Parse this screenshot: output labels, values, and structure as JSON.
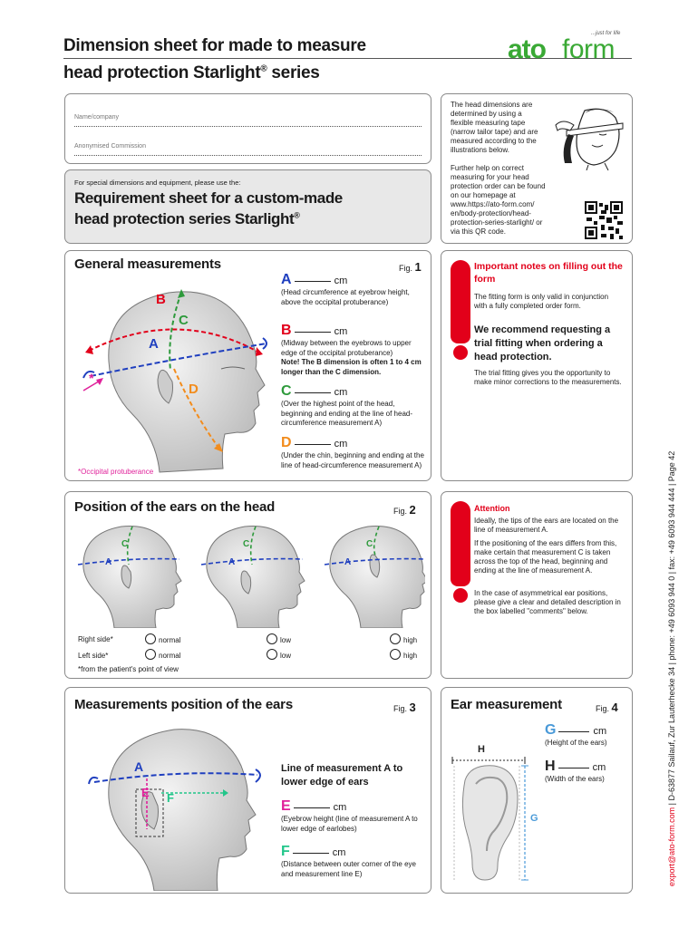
{
  "header": {
    "title_line1": "Dimension sheet for made to measure",
    "title_line2_pre": "head protection Starlight",
    "title_line2_sup": "®",
    "title_line2_post": " series",
    "logo_text_bold": "ato",
    "logo_text_light": "form",
    "logo_tagline": "...just for life"
  },
  "form": {
    "name_label": "Name/company",
    "commission_label": "Anonymised Commission"
  },
  "requirement": {
    "intro": "For special dimensions and equipment, please use the:",
    "title_line1": "Requirement sheet for a custom-made",
    "title_line2": "head protection series Starlight",
    "title_sup": "®"
  },
  "help": {
    "text1": "The head dimensions are determined by using a flexible measuring tape (narrow tailor tape) and are measured according to the illustrations below.",
    "text2": "Further help on correct measuring for your head protection order can be found on our homepage at www.https://ato-form.com/ en/body-protection/head-protection-series-starlight/ or via this QR code."
  },
  "general": {
    "title": "General measurements",
    "fig_label": "Fig.",
    "fig_num": "1",
    "unit": "cm",
    "items": [
      {
        "letter": "A",
        "desc": "(Head circumference at eyebrow height, above the occipital protuberance)"
      },
      {
        "letter": "B",
        "desc": "(Midway between the eyebrows to upper edge of the occipital protuberance)",
        "note": "Note! The B dimension is often 1 to 4 cm longer than the C dimension."
      },
      {
        "letter": "C",
        "desc": "(Over the highest point of the head, beginning and ending at the line of head-circumference measurement A)"
      },
      {
        "letter": "D",
        "desc": "(Under the chin, beginning and ending at the line of head-circumference measurement A)"
      }
    ],
    "occipital": "*Occipital protuberance",
    "labels": {
      "a": "A",
      "b": "B",
      "c": "C",
      "d": "D",
      "star": "*"
    }
  },
  "notes": {
    "title": "Important notes on filling out the form",
    "text1": "The fitting form is only valid in conjunction with a fully completed order form.",
    "recommend": "We recommend requesting a trial fitting when ordering a head protection.",
    "text2": "The trial fitting gives you the opportunity to make minor corrections to the measurements."
  },
  "ears_pos": {
    "title": "Position of the ears on the head",
    "fig_label": "Fig.",
    "fig_num": "2",
    "right_side": "Right side*",
    "left_side": "Left side*",
    "opt_normal": "normal",
    "opt_low": "low",
    "opt_high": "high",
    "footnote": "*from the patient's point of view",
    "labels": {
      "a": "A",
      "c": "C"
    }
  },
  "attention": {
    "title": "Attention",
    "text1": "Ideally, the tips of the ears are located on the line of measurement A.",
    "text2": "If the positioning of the ears differs from this, make certain that measurement C is taken across the top of the head, beginning and ending at the line of measurement A.",
    "text3": "In the case of asymmetrical ear positions, please give a clear and detailed description in the box labelled \"comments\" below."
  },
  "ear_meas_pos": {
    "title": "Measurements position of the ears",
    "fig_label": "Fig.",
    "fig_num": "3",
    "line_title": "Line of measurement A to lower edge of ears",
    "unit": "cm",
    "items": [
      {
        "letter": "E",
        "desc": "(Eyebrow height (line of measurement A to lower edge of earlobes)"
      },
      {
        "letter": "F",
        "desc": "(Distance between outer corner of the eye and measurement line E)"
      }
    ],
    "labels": {
      "a": "A",
      "e": "E",
      "f": "F"
    }
  },
  "ear_meas": {
    "title": "Ear measurement",
    "fig_label": "Fig.",
    "fig_num": "4",
    "unit": "cm",
    "items": [
      {
        "letter": "G",
        "desc": "(Height of the ears)"
      },
      {
        "letter": "H",
        "desc": "(Width of the ears)"
      }
    ],
    "labels": {
      "g": "G",
      "h": "H"
    }
  },
  "side_text": {
    "email": "export@ato-form.com",
    "rest": "  |  D-63877 Sailauf, Zur Lauterhecke 34  |  phone: +49 6093 944 0  |  fax: +49 6093 944 444  |  Page 42"
  },
  "colors": {
    "red": "#e2001a",
    "blue": "#1f3fbf",
    "green": "#2e9a3c",
    "orange": "#f28c1c",
    "magenta": "#e0209a",
    "logo_green": "#3aa935"
  }
}
